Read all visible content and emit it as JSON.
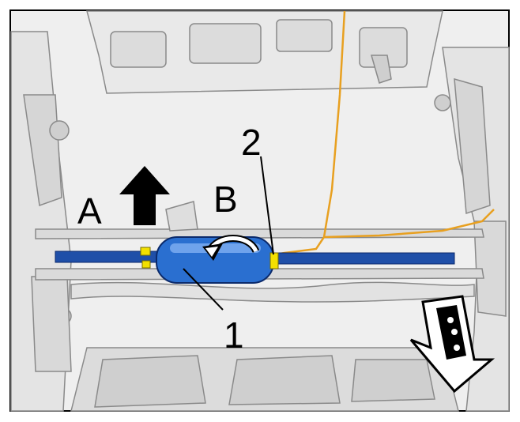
{
  "figure": {
    "callouts": {
      "a": "A",
      "b": "B",
      "one": "1",
      "two": "2"
    },
    "colors": {
      "background": "#f0f0f0",
      "frame_line": "#8a8a8a",
      "component": "#2a6fd0",
      "wire": "#e8a020",
      "clip": "#f2e000",
      "arrow": "#000000"
    },
    "icons": {
      "arrow_a": "up-arrow-icon",
      "arrow_b": "curved-rotation-arrow-icon",
      "direction_marker": "direction-of-travel-icon"
    }
  }
}
